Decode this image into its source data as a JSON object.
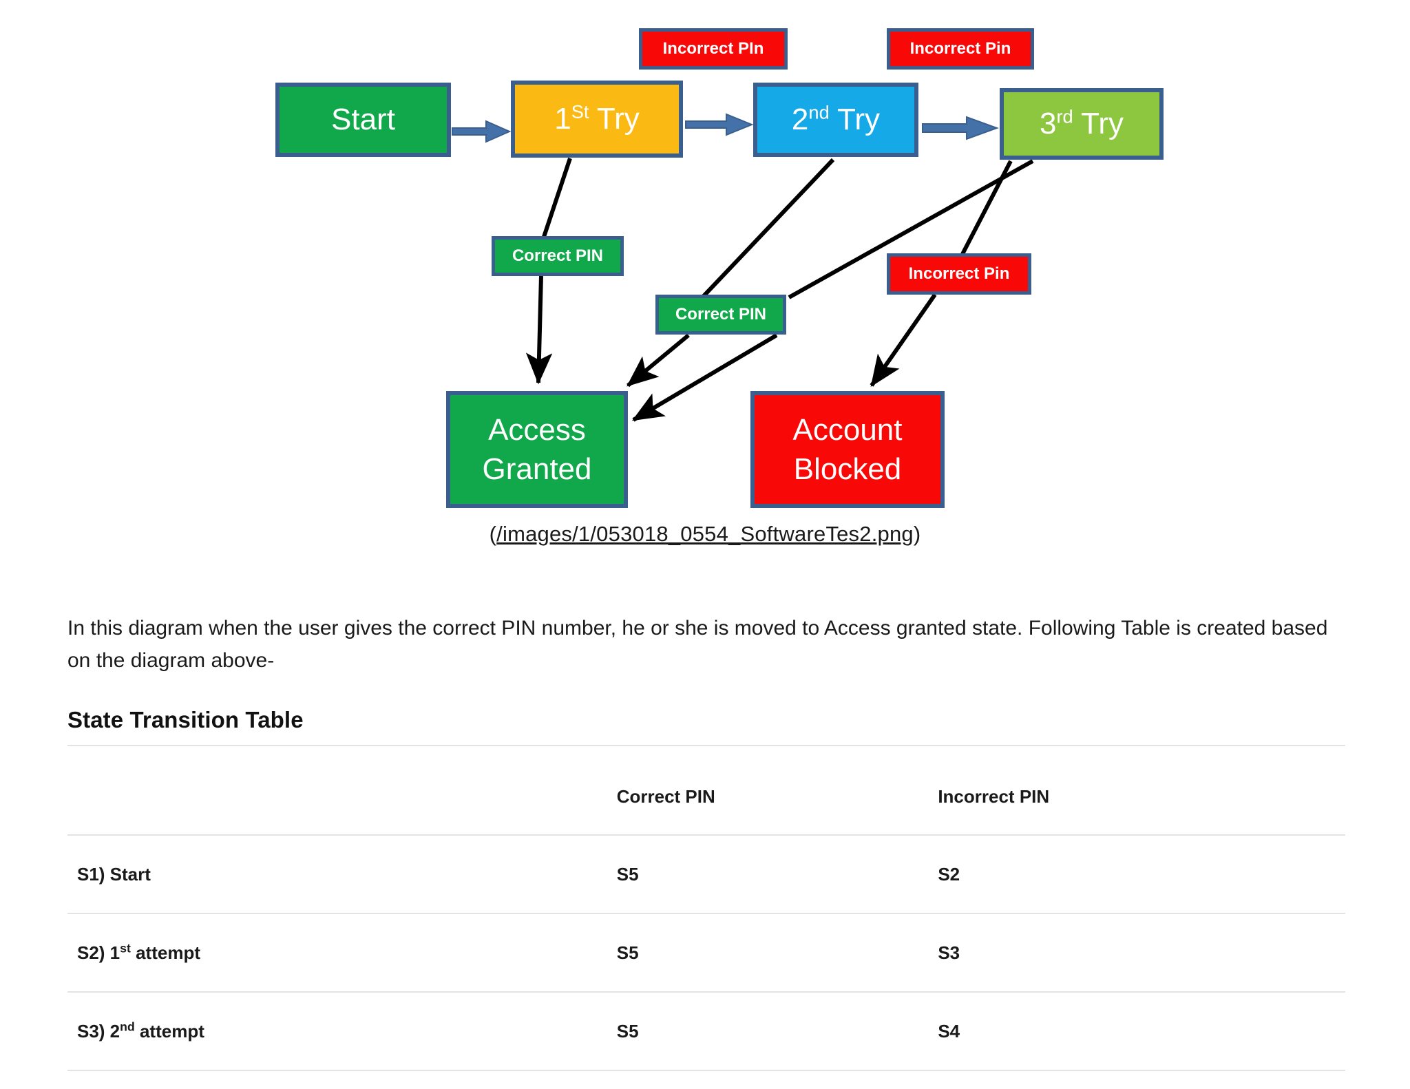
{
  "diagram": {
    "states": [
      {
        "id": "start",
        "label": "Start",
        "color": "#11a84b"
      },
      {
        "id": "try1",
        "label_num": "1",
        "label_ord": "St",
        "label_rest": " Try",
        "color": "#fbb913"
      },
      {
        "id": "try2",
        "label_num": "2",
        "label_ord": "nd",
        "label_rest": " Try",
        "color": "#16a9e8"
      },
      {
        "id": "try3",
        "label_num": "3",
        "label_ord": "rd",
        "label_rest": " Try",
        "color": "#8dc63f"
      },
      {
        "id": "access",
        "label_line1": "Access",
        "label_line2": "Granted",
        "color": "#11a84b"
      },
      {
        "id": "blocked",
        "label_line1": "Account",
        "label_line2": "Blocked",
        "color": "#f90808"
      }
    ],
    "edge_labels": {
      "incorrect_1": "Incorrect PIn",
      "incorrect_2": "Incorrect Pin",
      "incorrect_3": "Incorrect Pin",
      "correct_1": "Correct PIN",
      "correct_2": "Correct PIN"
    },
    "border_color": "#3a5f8f",
    "arrow_color": "#4472a8",
    "line_color": "#000000",
    "caption": {
      "open_paren": "(",
      "link": "/images/1/053018_0554_SoftwareTes2.png",
      "close_paren": ")"
    }
  },
  "content": {
    "paragraph": "In this diagram when the user gives the correct PIN number, he or she is moved to Access granted state. Following Table is created based on the diagram above-",
    "heading": "State Transition Table"
  },
  "table": {
    "headers": [
      "",
      "Correct PIN",
      "Incorrect PIN"
    ],
    "rows": [
      {
        "state_prefix": "S1) Start",
        "state_sup": "",
        "state_suffix": "",
        "correct": "S5",
        "incorrect": "S2"
      },
      {
        "state_prefix": "S2) 1",
        "state_sup": "st",
        "state_suffix": " attempt",
        "correct": "S5",
        "incorrect": "S3"
      },
      {
        "state_prefix": "S3) 2",
        "state_sup": "nd",
        "state_suffix": " attempt",
        "correct": "S5",
        "incorrect": "S4"
      }
    ]
  }
}
